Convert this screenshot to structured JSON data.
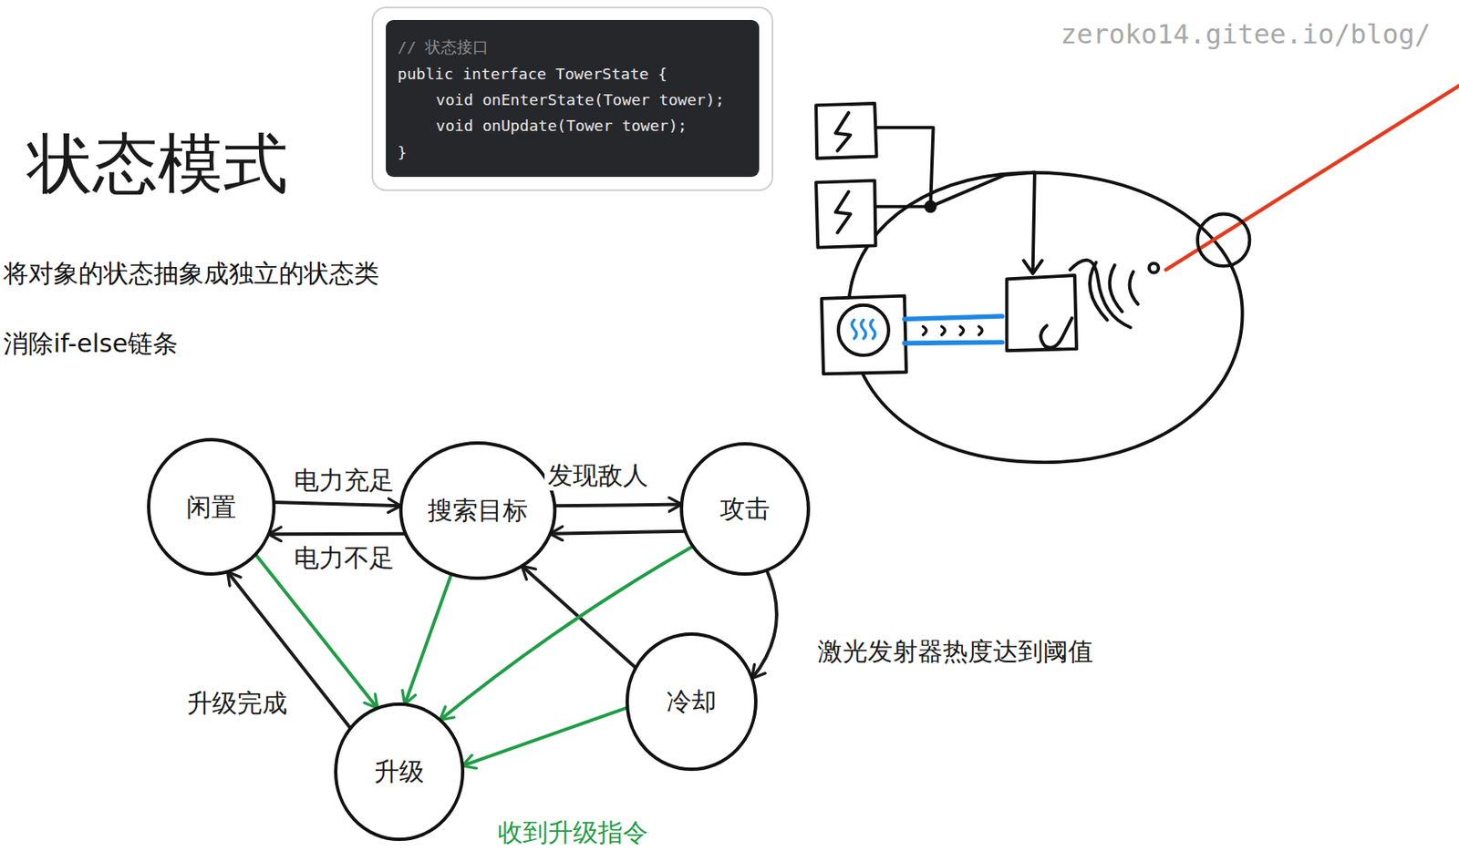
{
  "diagram": {
    "title": "状态模式",
    "nodes": [
      {
        "text": [
          "闲置"
        ]
      },
      {
        "text": [
          "搜索目标"
        ]
      },
      {
        "text": [
          "攻击"
        ]
      },
      {
        "text": [
          "冷却"
        ]
      },
      {
        "text": [
          "升级"
        ]
      }
    ],
    "edges": [
      {
        "from": 0,
        "to": 1,
        "arrow": "to",
        "label": "电力充足"
      },
      {
        "from": 1,
        "to": 0,
        "arrow": "to",
        "label": "电力不足"
      },
      {
        "from": 1,
        "to": 2,
        "arrow": "to",
        "label": "发现敌人"
      },
      {
        "from": 2,
        "to": 1,
        "arrow": "to"
      },
      {
        "from": 2,
        "to": 3,
        "arrow": "to",
        "label": "激光发射器热度达到阈值"
      },
      {
        "from": 3,
        "to": 1,
        "arrow": "to"
      },
      {
        "from": 4,
        "to": 0,
        "arrow": "to",
        "label": "升级完成"
      },
      {
        "from": 0,
        "to": 4,
        "arrow": "to"
      },
      {
        "from": 1,
        "to": 4,
        "arrow": "to"
      },
      {
        "from": 2,
        "to": 4,
        "arrow": "to"
      },
      {
        "from": 3,
        "to": 4,
        "arrow": "to"
      }
    ],
    "labels": [
      "zeroko14.gitee.io/blog/",
      "将对象的状态抽象成独立的状态类",
      "消除if-else链条",
      "// 状态接口",
      "public interface TowerState {",
      "void onEnterState(Tower tower);",
      "void onUpdate(Tower tower);",
      "}",
      "收到升级指令"
    ]
  }
}
